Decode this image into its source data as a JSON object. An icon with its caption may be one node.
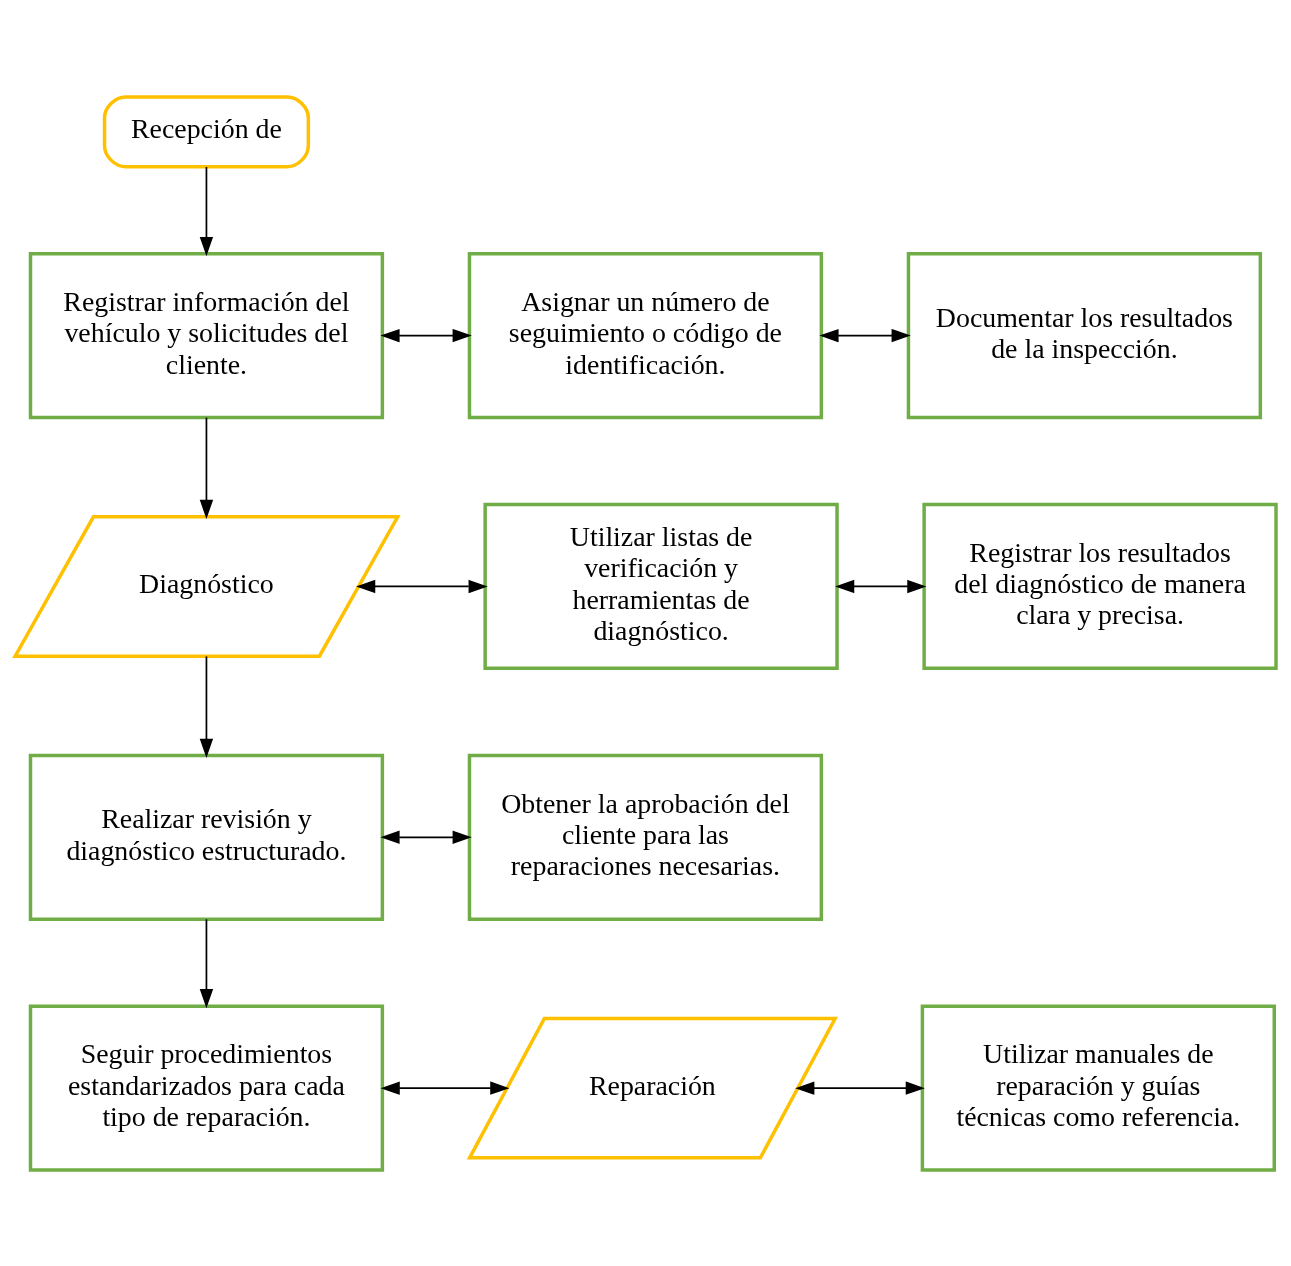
{
  "diagram": {
    "nodes": [
      {
        "text": [
          "Recepción de"
        ]
      },
      {
        "text": [
          "Registrar información del vehículo y solicitudes del cliente."
        ]
      },
      {
        "text": [
          "Asignar un número de seguimiento o código de identificación."
        ]
      },
      {
        "text": [
          "Documentar los resultados de la inspección."
        ]
      },
      {
        "text": [
          "Diagnóstico"
        ]
      },
      {
        "text": [
          "Utilizar listas de verificación y herramientas de diagnóstico."
        ]
      },
      {
        "text": [
          "Registrar los resultados del diagnóstico de manera clara y precisa."
        ]
      },
      {
        "text": [
          "Realizar revisión y diagnóstico estructurado."
        ]
      },
      {
        "text": [
          "Obtener la aprobación del cliente para las reparaciones necesarias."
        ]
      },
      {
        "text": [
          "Seguir procedimientos estandarizados para cada tipo de reparación."
        ]
      },
      {
        "text": [
          "Reparación"
        ]
      },
      {
        "text": [
          "Utilizar manuales de reparación y guías técnicas como referencia."
        ]
      }
    ],
    "edges": [
      {
        "from": 0,
        "to": 1,
        "arrow": "to"
      },
      {
        "from": 1,
        "to": 2,
        "arrow": "both"
      },
      {
        "from": 2,
        "to": 3,
        "arrow": "both"
      },
      {
        "from": 1,
        "to": 4,
        "arrow": "to"
      },
      {
        "from": 4,
        "to": 5,
        "arrow": "both"
      },
      {
        "from": 5,
        "to": 6,
        "arrow": "both"
      },
      {
        "from": 4,
        "to": 7,
        "arrow": "to"
      },
      {
        "from": 7,
        "to": 8,
        "arrow": "both"
      },
      {
        "from": 7,
        "to": 9,
        "arrow": "to"
      },
      {
        "from": 9,
        "to": 10,
        "arrow": "both"
      },
      {
        "from": 10,
        "to": 11,
        "arrow": "both"
      }
    ]
  }
}
